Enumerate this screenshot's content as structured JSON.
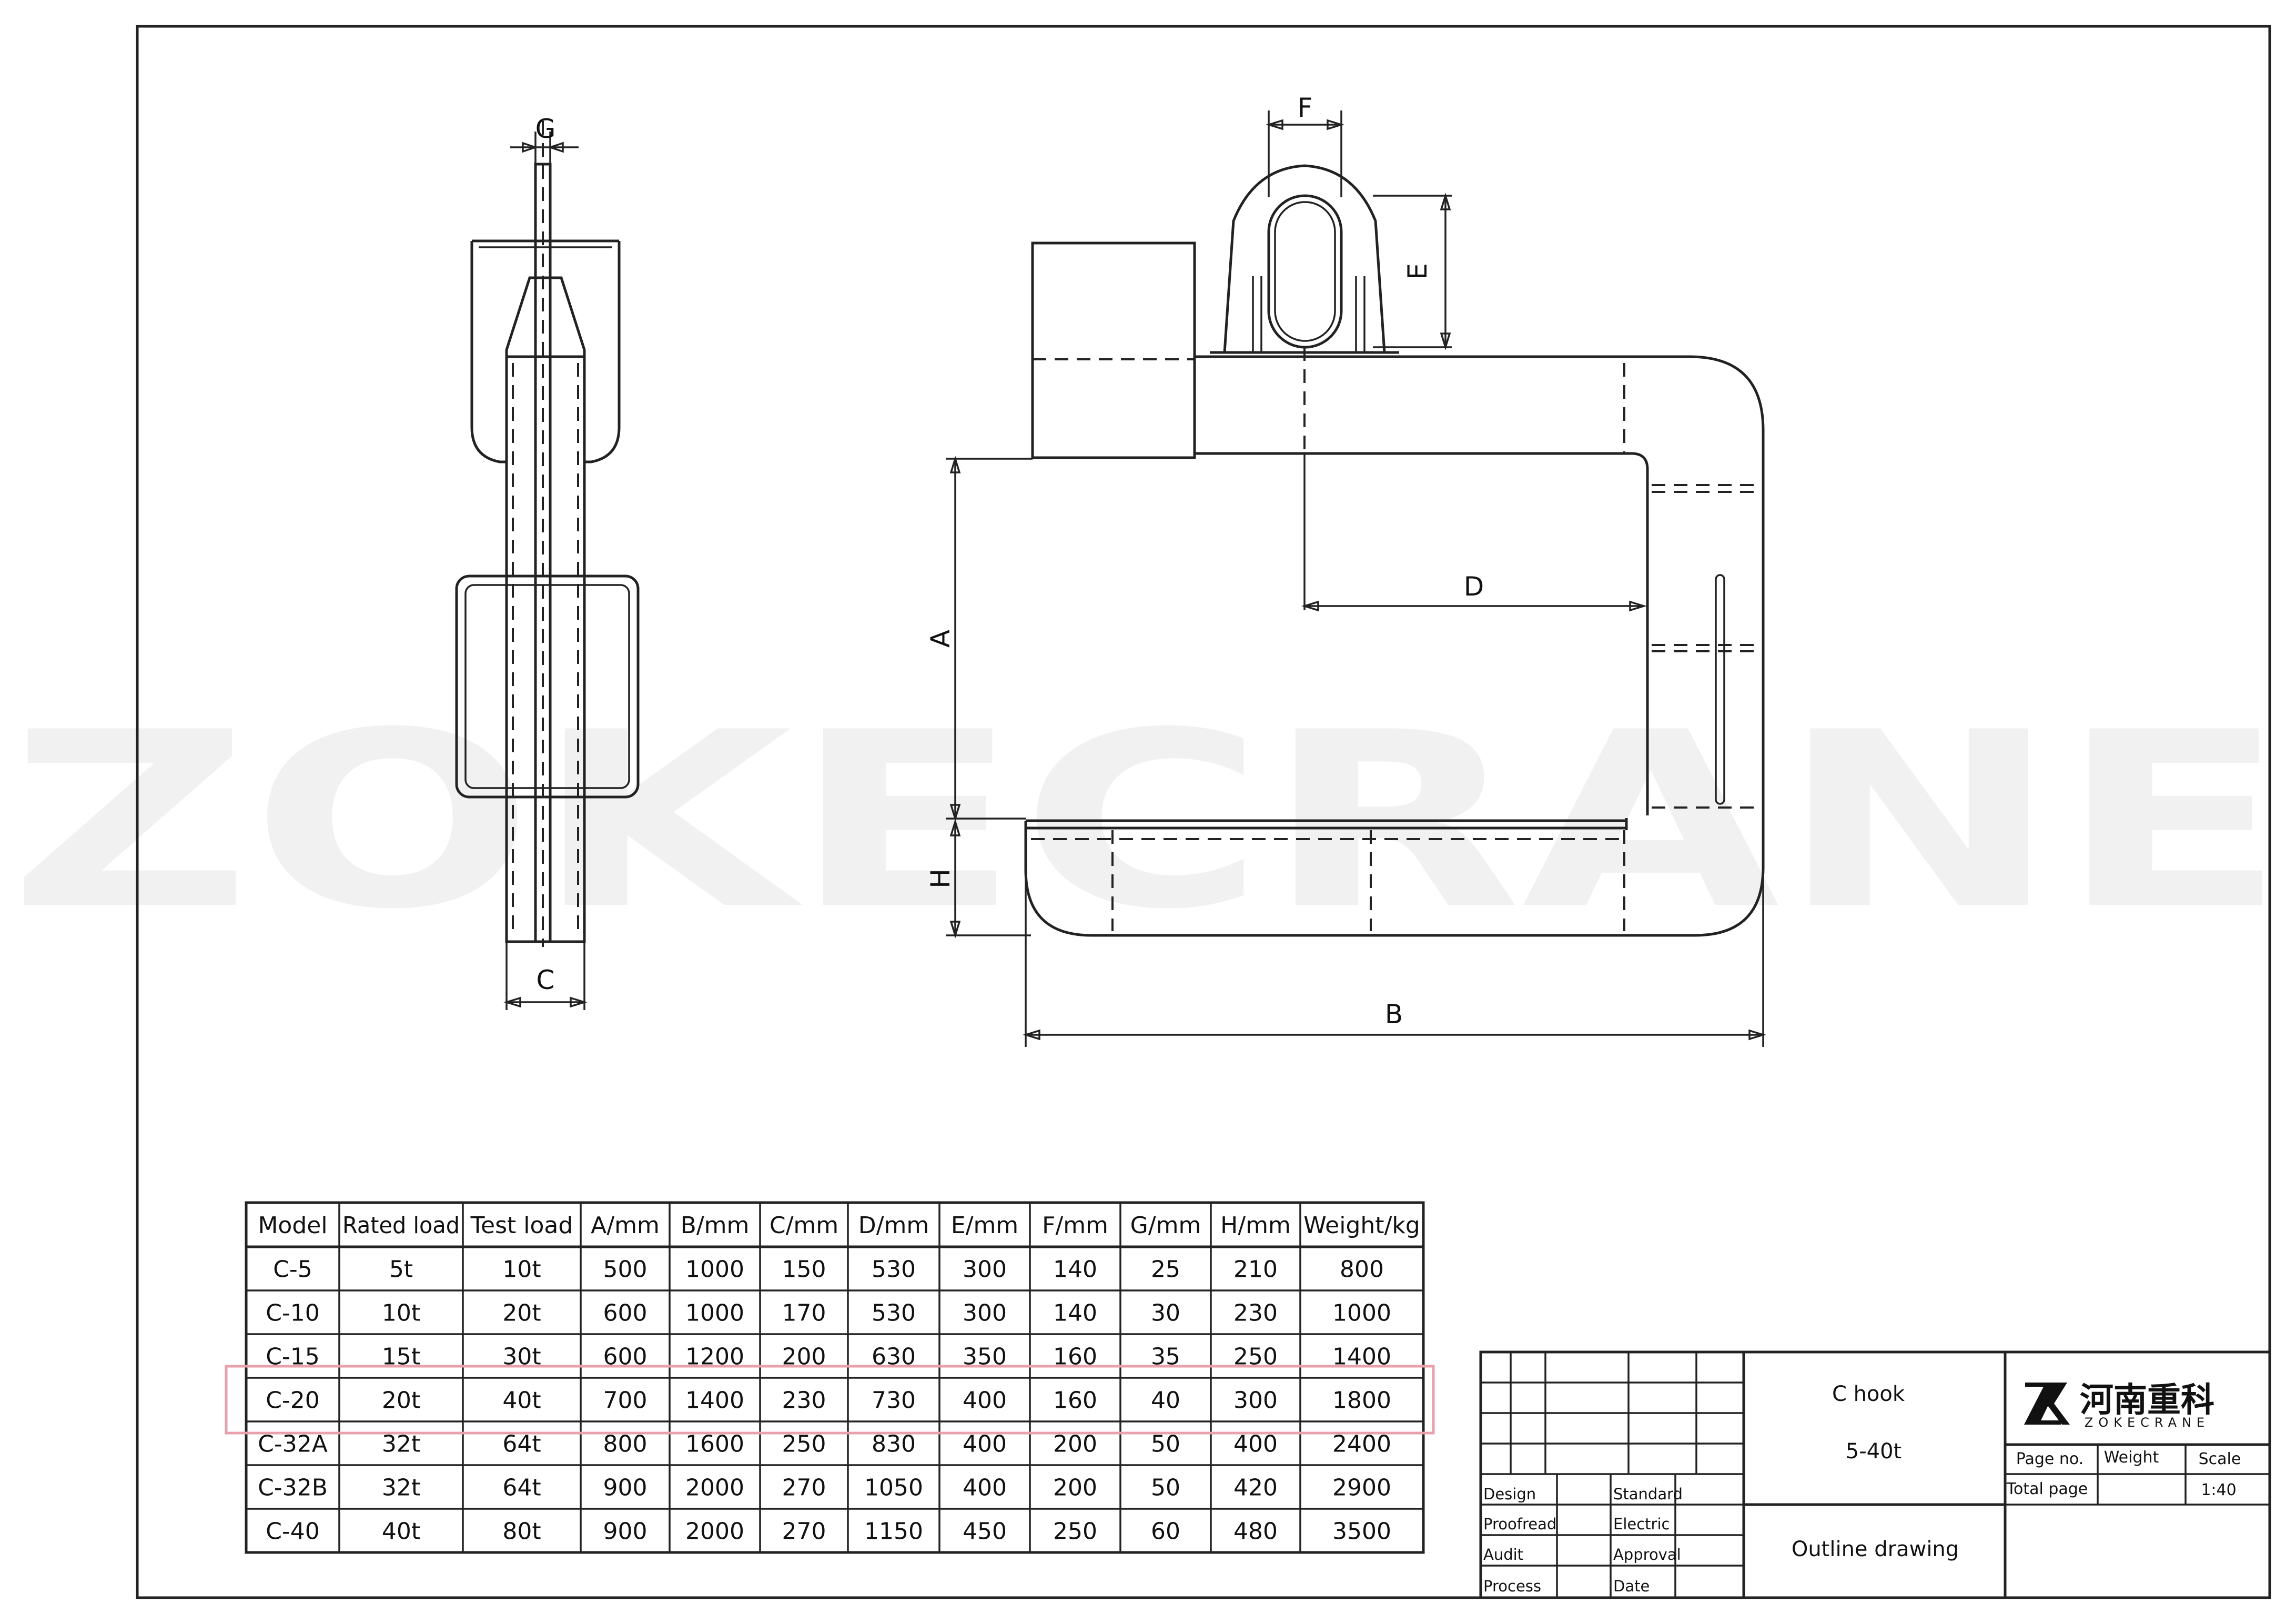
{
  "watermark": "ZOKECRANE",
  "dimensions": {
    "G": "G",
    "C": "C",
    "F": "F",
    "E": "E",
    "D": "D",
    "A": "A",
    "H": "H",
    "B": "B"
  },
  "table": {
    "headers": [
      "Model",
      "Rated load",
      "Test load",
      "A/mm",
      "B/mm",
      "C/mm",
      "D/mm",
      "E/mm",
      "F/mm",
      "G/mm",
      "H/mm",
      "Weight/kg"
    ],
    "rows": [
      [
        "C-5",
        "5t",
        "10t",
        "500",
        "1000",
        "150",
        "530",
        "300",
        "140",
        "25",
        "210",
        "800"
      ],
      [
        "C-10",
        "10t",
        "20t",
        "600",
        "1000",
        "170",
        "530",
        "300",
        "140",
        "30",
        "230",
        "1000"
      ],
      [
        "C-15",
        "15t",
        "30t",
        "600",
        "1200",
        "200",
        "630",
        "350",
        "160",
        "35",
        "250",
        "1400"
      ],
      [
        "C-20",
        "20t",
        "40t",
        "700",
        "1400",
        "230",
        "730",
        "400",
        "160",
        "40",
        "300",
        "1800"
      ],
      [
        "C-32A",
        "32t",
        "64t",
        "800",
        "1600",
        "250",
        "830",
        "400",
        "200",
        "50",
        "400",
        "2400"
      ],
      [
        "C-32B",
        "32t",
        "64t",
        "900",
        "2000",
        "270",
        "1050",
        "400",
        "200",
        "50",
        "420",
        "2900"
      ],
      [
        "C-40",
        "40t",
        "80t",
        "900",
        "2000",
        "270",
        "1150",
        "450",
        "250",
        "60",
        "480",
        "3500"
      ]
    ],
    "highlight_row": 3,
    "highlight_color": "#e8a0aa"
  },
  "title_block": {
    "sign_labels_left": [
      "Design",
      "Proofread",
      "Audit",
      "Process"
    ],
    "sign_labels_right": [
      "Standard",
      "Electric",
      "Approval",
      "Date"
    ],
    "product_name": "C hook",
    "capacity_range": "5-40t",
    "drawing_type": "Outline drawing",
    "logo_cn": "河南重科",
    "logo_en": "ZOKECRANE",
    "logo_mark": "Z",
    "page_no_label": "Page no.",
    "weight_label": "Weight",
    "scale_label": "Scale",
    "total_page_label": "Total page",
    "scale_value": "1:40"
  }
}
